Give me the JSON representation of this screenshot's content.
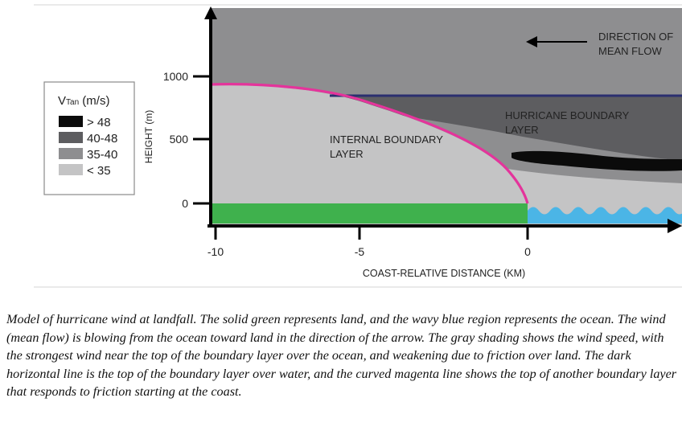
{
  "figure": {
    "colors": {
      "gt48": "#0b0b0b",
      "b40_48": "#5d5d60",
      "b35_40": "#8e8e90",
      "lt35": "#c4c4c5",
      "land": "#3fb14d",
      "ocean": "#4bb5e6",
      "hbl_top": "#2b2f6f",
      "ibl_top": "#e4349b",
      "axis": "#000000",
      "panel_rule": "#d6d6d6"
    },
    "legend": {
      "title_v": "V",
      "title_sub": "Tan",
      "title_unit": " (m/s)",
      "items": [
        {
          "label": "> 48",
          "color": "#0b0b0b"
        },
        {
          "label": "40-48",
          "color": "#5d5d60"
        },
        {
          "label": "35-40",
          "color": "#8e8e90"
        },
        {
          "label": "< 35",
          "color": "#c4c4c5"
        }
      ]
    },
    "y_axis": {
      "label": "HEIGHT (m)",
      "ticks": [
        {
          "value": 0,
          "label": "0"
        },
        {
          "value": 500,
          "label": "500"
        },
        {
          "value": 1000,
          "label": "1000"
        }
      ]
    },
    "x_axis": {
      "label": "COAST-RELATIVE DISTANCE (KM)",
      "ticks": [
        {
          "value": -10,
          "label": "-10"
        },
        {
          "value": -5,
          "label": "-5"
        },
        {
          "value": 0,
          "label": "0"
        }
      ]
    },
    "annotations": {
      "direction_line1": "DIRECTION OF",
      "direction_line2": "MEAN FLOW",
      "hbl_line1": "HURRICANE BOUNDARY",
      "hbl_line2": "LAYER",
      "ibl_line1": "INTERNAL BOUNDARY",
      "ibl_line2": "LAYER"
    }
  },
  "caption": "Model of hurricane wind at landfall.  The solid green represents land, and the wavy blue region represents the ocean.  The wind (mean flow) is blowing from the ocean toward land in the direction of the arrow.  The gray shading shows the wind speed, with the strongest wind near the top of the boundary layer over the ocean, and weakening due to friction over land.  The dark horizontal line is the top of the boundary layer over water, and the curved magenta line shows the top of another boundary layer that responds to friction starting at the coast."
}
